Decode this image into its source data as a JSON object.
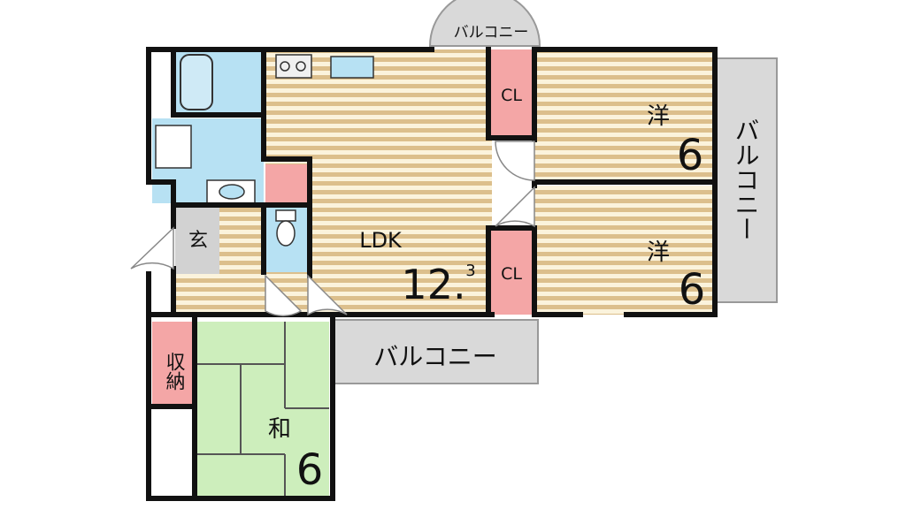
{
  "rooms": {
    "ldk": {
      "name": "LDK",
      "size_main": "12.",
      "size_sub": "3"
    },
    "western1": {
      "name": "洋",
      "size": "6"
    },
    "western2": {
      "name": "洋",
      "size": "6"
    },
    "japanese": {
      "name": "和",
      "size": "6"
    },
    "entrance": {
      "name": "玄"
    },
    "closet1": {
      "name": "CL"
    },
    "closet2": {
      "name": "CL"
    },
    "storage": {
      "name": "収納"
    }
  },
  "balconies": {
    "top": "バルコニー",
    "right": "バルコニー",
    "bottom": "バルコニー"
  },
  "colors": {
    "wood_stripe_light": "#fbf3dc",
    "wood_stripe_dark": "#dcbf8c",
    "wet_area": "#b7e1f3",
    "closet": "#f4a6a6",
    "tatami": "#cdeebc",
    "entrance": "#d2d2d2",
    "balcony": "#d9d9d9",
    "wall": "#111111"
  }
}
